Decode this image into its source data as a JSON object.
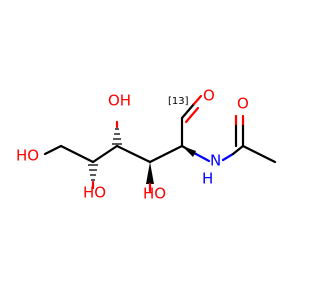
{
  "molecule": {
    "labels": {
      "aldehyde_oxygen": "O",
      "amide_oxygen": "O",
      "nitrogen_h": "H",
      "nitrogen": "N",
      "c3_hydroxyl": "HO",
      "c4_hydroxyl": "OH",
      "c5_hydroxyl": "HO",
      "c6_hydroxyl": "HO",
      "isotope_label": "[13]"
    },
    "colors": {
      "carbon_bond": "#000000",
      "oxygen": "#ff0000",
      "nitrogen": "#0000ff",
      "background": "#ffffff"
    }
  }
}
